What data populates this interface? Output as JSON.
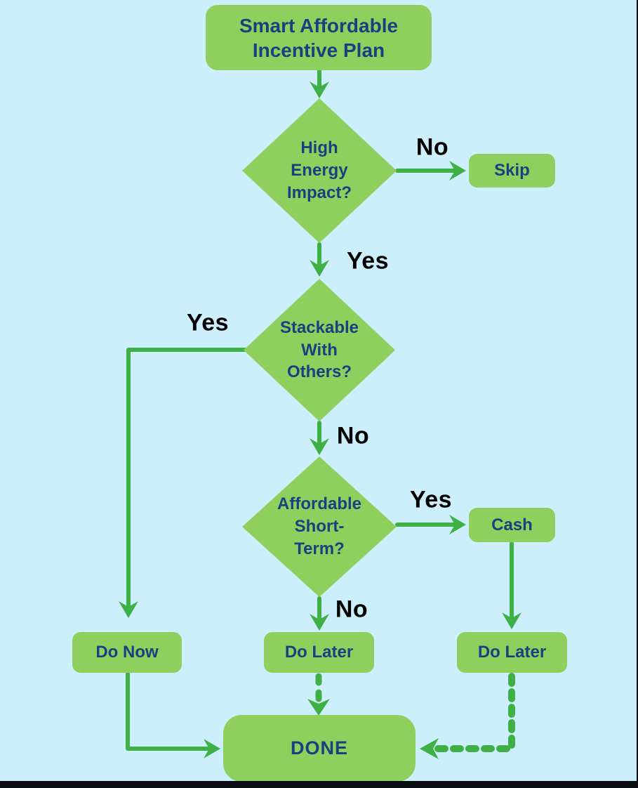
{
  "diagram_title": "Smart Affordable Incentive Plan flowchart",
  "colors": {
    "background": "#cdeefb",
    "node_fill": "#8ed05e",
    "node_text": "#1a4080",
    "arrow": "#3fb046",
    "edge_label_text": "#000000",
    "frame": "#0b0e12"
  },
  "nodes": {
    "start": {
      "label": "Smart Affordable\nIncentive Plan",
      "type": "rounded-rect"
    },
    "high_energy": {
      "label": "High\nEnergy\nImpact?",
      "type": "decision-diamond"
    },
    "skip": {
      "label": "Skip",
      "type": "rounded-rect"
    },
    "stackable": {
      "label": "Stackable\nWith\nOthers?",
      "type": "decision-diamond"
    },
    "affordable": {
      "label": "Affordable\nShort-\nTerm?",
      "type": "decision-diamond"
    },
    "cash": {
      "label": "Cash",
      "type": "rounded-rect"
    },
    "do_now": {
      "label": "Do Now",
      "type": "rounded-rect"
    },
    "do_later_mid": {
      "label": "Do Later",
      "type": "rounded-rect"
    },
    "do_later_right": {
      "label": "Do Later",
      "type": "rounded-rect"
    },
    "done": {
      "label": "DONE",
      "type": "rounded-rect"
    }
  },
  "edges": {
    "no_skip": {
      "label": "No",
      "from": "high_energy",
      "to": "skip",
      "style": "solid"
    },
    "yes_stackable": {
      "label": "Yes",
      "from": "high_energy",
      "to": "stackable",
      "style": "solid"
    },
    "yes_do_now": {
      "label": "Yes",
      "from": "stackable",
      "to": "do_now",
      "style": "solid"
    },
    "no_affordable": {
      "label": "No",
      "from": "stackable",
      "to": "affordable",
      "style": "solid"
    },
    "yes_cash": {
      "label": "Yes",
      "from": "affordable",
      "to": "cash",
      "style": "solid"
    },
    "no_do_later": {
      "label": "No",
      "from": "affordable",
      "to": "do_later_mid",
      "style": "solid"
    },
    "cash_do_later": {
      "label": "",
      "from": "cash",
      "to": "do_later_right",
      "style": "solid"
    },
    "do_now_done": {
      "label": "",
      "from": "do_now",
      "to": "done",
      "style": "solid"
    },
    "do_later_mid_done": {
      "label": "",
      "from": "do_later_mid",
      "to": "done",
      "style": "dashed"
    },
    "do_later_right_done": {
      "label": "",
      "from": "do_later_right",
      "to": "done",
      "style": "dashed"
    }
  }
}
